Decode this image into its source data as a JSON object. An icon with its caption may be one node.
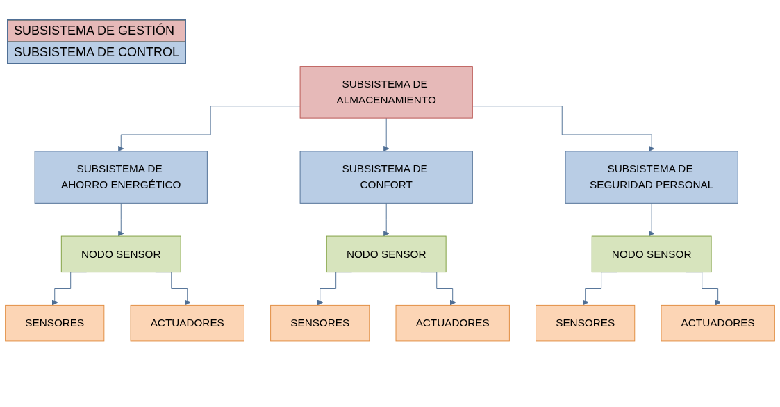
{
  "diagram": {
    "nodes": [
      {
        "text": [
          "SUBSISTEMA DE ALMACENAMIENTO"
        ]
      },
      {
        "text": [
          "SUBSISTEMA DE AHORRO ENERGÉTICO"
        ]
      },
      {
        "text": [
          "SUBSISTEMA DE CONFORT"
        ]
      },
      {
        "text": [
          "SUBSISTEMA DE SEGURIDAD PERSONAL"
        ]
      },
      {
        "text": [
          "NODO SENSOR"
        ]
      },
      {
        "text": [
          "NODO SENSOR"
        ]
      },
      {
        "text": [
          "NODO SENSOR"
        ]
      },
      {
        "text": [
          "SENSORES"
        ]
      },
      {
        "text": [
          "ACTUADORES"
        ]
      },
      {
        "text": [
          "SENSORES"
        ]
      },
      {
        "text": [
          "ACTUADORES"
        ]
      },
      {
        "text": [
          "SENSORES"
        ]
      },
      {
        "text": [
          "ACTUADORES"
        ]
      }
    ],
    "edges": [
      {
        "from": 0,
        "to": 1,
        "arrow": "to"
      },
      {
        "from": 0,
        "to": 2,
        "arrow": "to"
      },
      {
        "from": 0,
        "to": 3,
        "arrow": "to"
      },
      {
        "from": 1,
        "to": 4,
        "arrow": "to"
      },
      {
        "from": 2,
        "to": 5,
        "arrow": "to"
      },
      {
        "from": 3,
        "to": 6,
        "arrow": "to"
      },
      {
        "from": 4,
        "to": 7,
        "arrow": "to"
      },
      {
        "from": 4,
        "to": 8,
        "arrow": "to"
      },
      {
        "from": 5,
        "to": 9,
        "arrow": "to"
      },
      {
        "from": 5,
        "to": 10,
        "arrow": "to"
      },
      {
        "from": 6,
        "to": 11,
        "arrow": "to"
      },
      {
        "from": 6,
        "to": 12,
        "arrow": "to"
      }
    ],
    "legend": [
      {
        "text": "SUBSISTEMA DE GESTIÓN",
        "color": "#e6b9b8"
      },
      {
        "text": "SUBSISTEMA DE CONTROL",
        "color": "#b9cde5"
      }
    ]
  }
}
